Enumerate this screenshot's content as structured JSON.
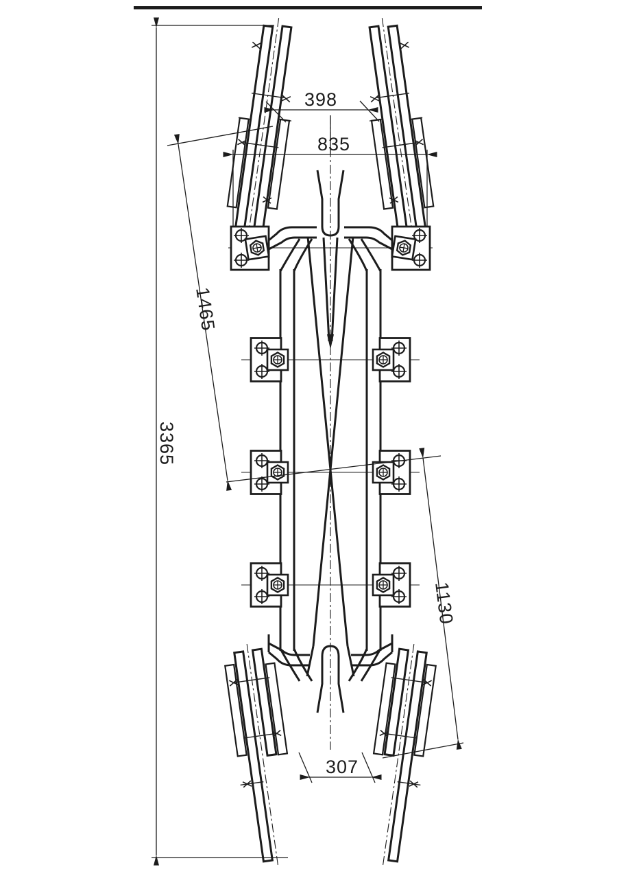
{
  "drawing": {
    "dimensions": {
      "overall_length": "3365",
      "upper_diagonal": "1465",
      "top_rail_gap": "398",
      "plate_span": "835",
      "lower_diagonal": "1130",
      "bottom_rail_gap": "307"
    },
    "colors": {
      "line": "#1c1c1c",
      "background": "#ffffff"
    }
  }
}
